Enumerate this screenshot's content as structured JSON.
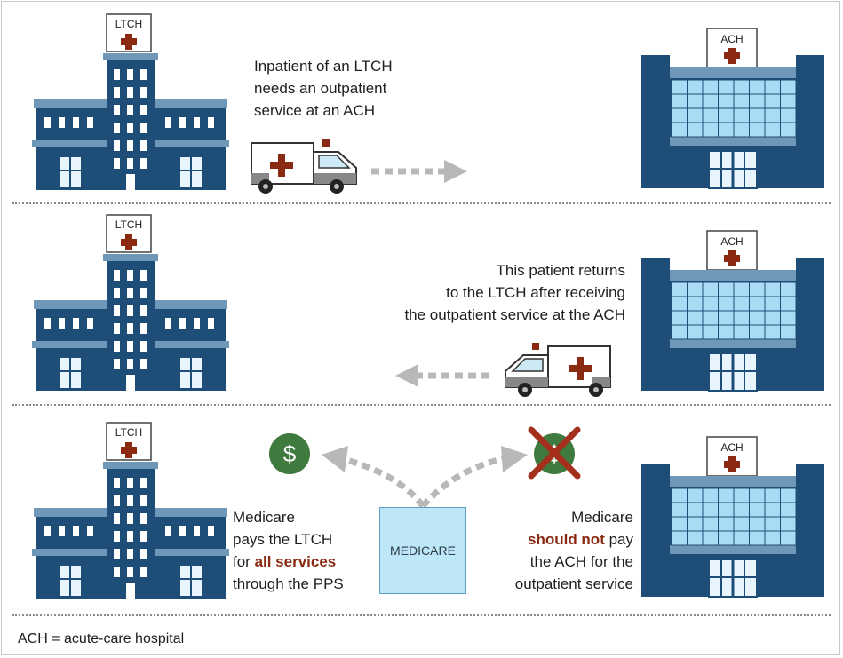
{
  "labels": {
    "ltch": "LTCH",
    "ach": "ACH",
    "medicare_box": "MEDICARE",
    "footnote": "ACH = acute-care hospital"
  },
  "panel1": {
    "description_lines": [
      "Inpatient of an LTCH",
      "needs an outpatient",
      "service at an ACH"
    ]
  },
  "panel2": {
    "description_lines": [
      "This patient returns",
      "to the LTCH after receiving",
      "the outpatient service at the ACH"
    ]
  },
  "panel3": {
    "ltch_text": {
      "line1": "Medicare",
      "line2": "pays the LTCH",
      "line3_prefix": "for ",
      "line3_emphasis": "all services",
      "line4": "through the PPS"
    },
    "ach_text": {
      "line1": "Medicare",
      "line2_emphasis": "should not",
      "line2_suffix": " pay",
      "line3": "the ACH for the",
      "line4": "outpatient service"
    },
    "dollar_symbol": "$"
  },
  "colors": {
    "building_dark": "#1e4d78",
    "building_mid": "#3f79a6",
    "window_blue": "#a9dbf5",
    "cross_red": "#8b2a12",
    "arrow_gray": "#b8b8b8",
    "coin_green": "#3f7a3e",
    "x_red": "#a32f1c",
    "medicare_fill": "#bde6f7"
  }
}
